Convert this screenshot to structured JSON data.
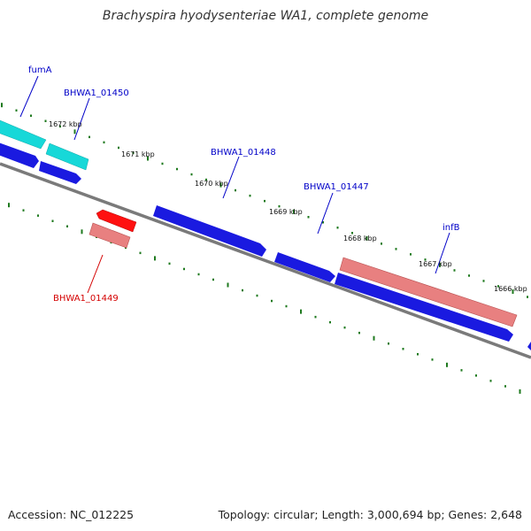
{
  "title": "Brachyspira hyodysenteriae WA1, complete genome",
  "footer": {
    "accession": "Accession: NC_012225",
    "summary": "Topology: circular; Length: 3,000,694 bp; Genes: 2,648"
  },
  "kbp_ticks": [
    "1672 kbp",
    "1671 kbp",
    "1670 kbp",
    "1669 kbp",
    "1668 kbp",
    "1667 kbp",
    "1666 kbp"
  ],
  "gene_labels": {
    "fumA": "fumA",
    "bhwa1_01450": "BHWA1_01450",
    "bhwa1_01448": "BHWA1_01448",
    "bhwa1_01447": "BHWA1_01447",
    "infB": "infB",
    "bhwa1_01449": "BHWA1_01449"
  },
  "colors": {
    "backbone": "#808080",
    "forward_gene": "#1515e6",
    "forward_gene_light": "#4a4aff",
    "reverse_gene": "#e87878",
    "reverse_gene_light": "#f4a6a6",
    "reverse_gene_dark": "#e01010",
    "cyan_gene": "#17d8d8",
    "tick": "#1f7a1f",
    "forward_label": "#0000c8",
    "reverse_label": "#d40000"
  }
}
